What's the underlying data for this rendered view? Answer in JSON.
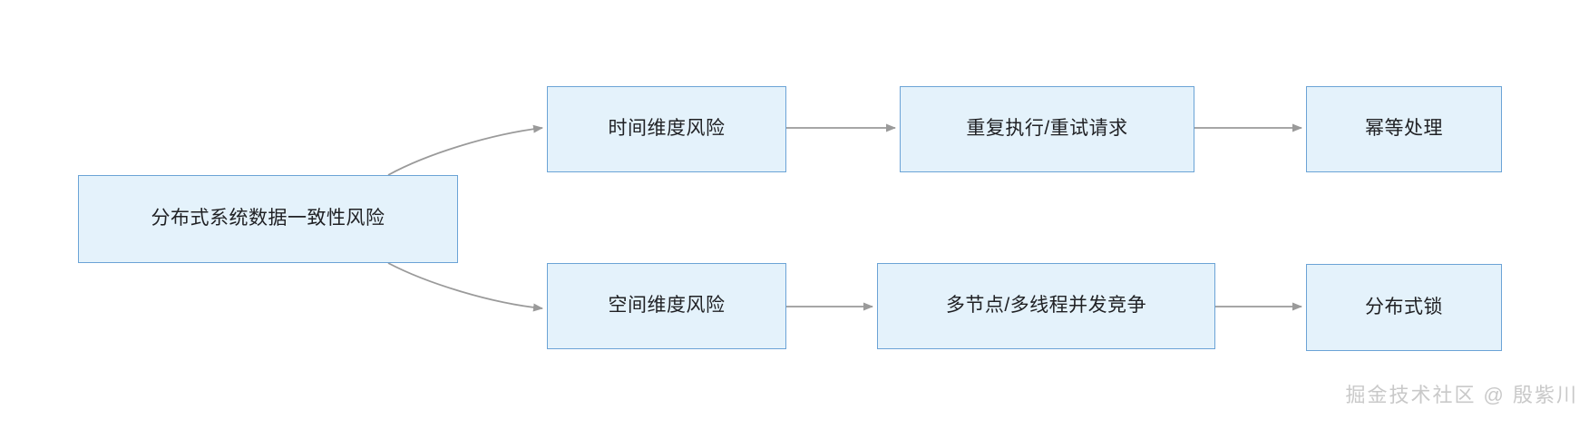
{
  "diagram": {
    "type": "flowchart",
    "title": "",
    "theme": {
      "node_fill": "#e4f2fb",
      "node_border": "#6ba3d6",
      "node_text": "#202124",
      "edge_color": "#9a9a9a",
      "background": "#ffffff",
      "watermark_color": "#c9c9c9"
    },
    "nodes": [
      {
        "id": "root",
        "label": "分布式系统数据一致性风险"
      },
      {
        "id": "t1",
        "label": "时间维度风险"
      },
      {
        "id": "t2",
        "label": "重复执行/重试请求"
      },
      {
        "id": "t3",
        "label": "幂等处理"
      },
      {
        "id": "b1",
        "label": "空间维度风险"
      },
      {
        "id": "b2",
        "label": "多节点/多线程并发竞争"
      },
      {
        "id": "b3",
        "label": "分布式锁"
      }
    ],
    "edges": [
      {
        "from": "root",
        "to": "t1",
        "style": "curved",
        "arrow": true
      },
      {
        "from": "root",
        "to": "b1",
        "style": "curved",
        "arrow": true
      },
      {
        "from": "t1",
        "to": "t2",
        "style": "straight",
        "arrow": true
      },
      {
        "from": "t2",
        "to": "t3",
        "style": "straight",
        "arrow": true
      },
      {
        "from": "b1",
        "to": "b2",
        "style": "straight",
        "arrow": true
      },
      {
        "from": "b2",
        "to": "b3",
        "style": "straight",
        "arrow": true
      }
    ]
  },
  "watermark": {
    "text": "掘金技术社区 @ 殷紫川"
  }
}
